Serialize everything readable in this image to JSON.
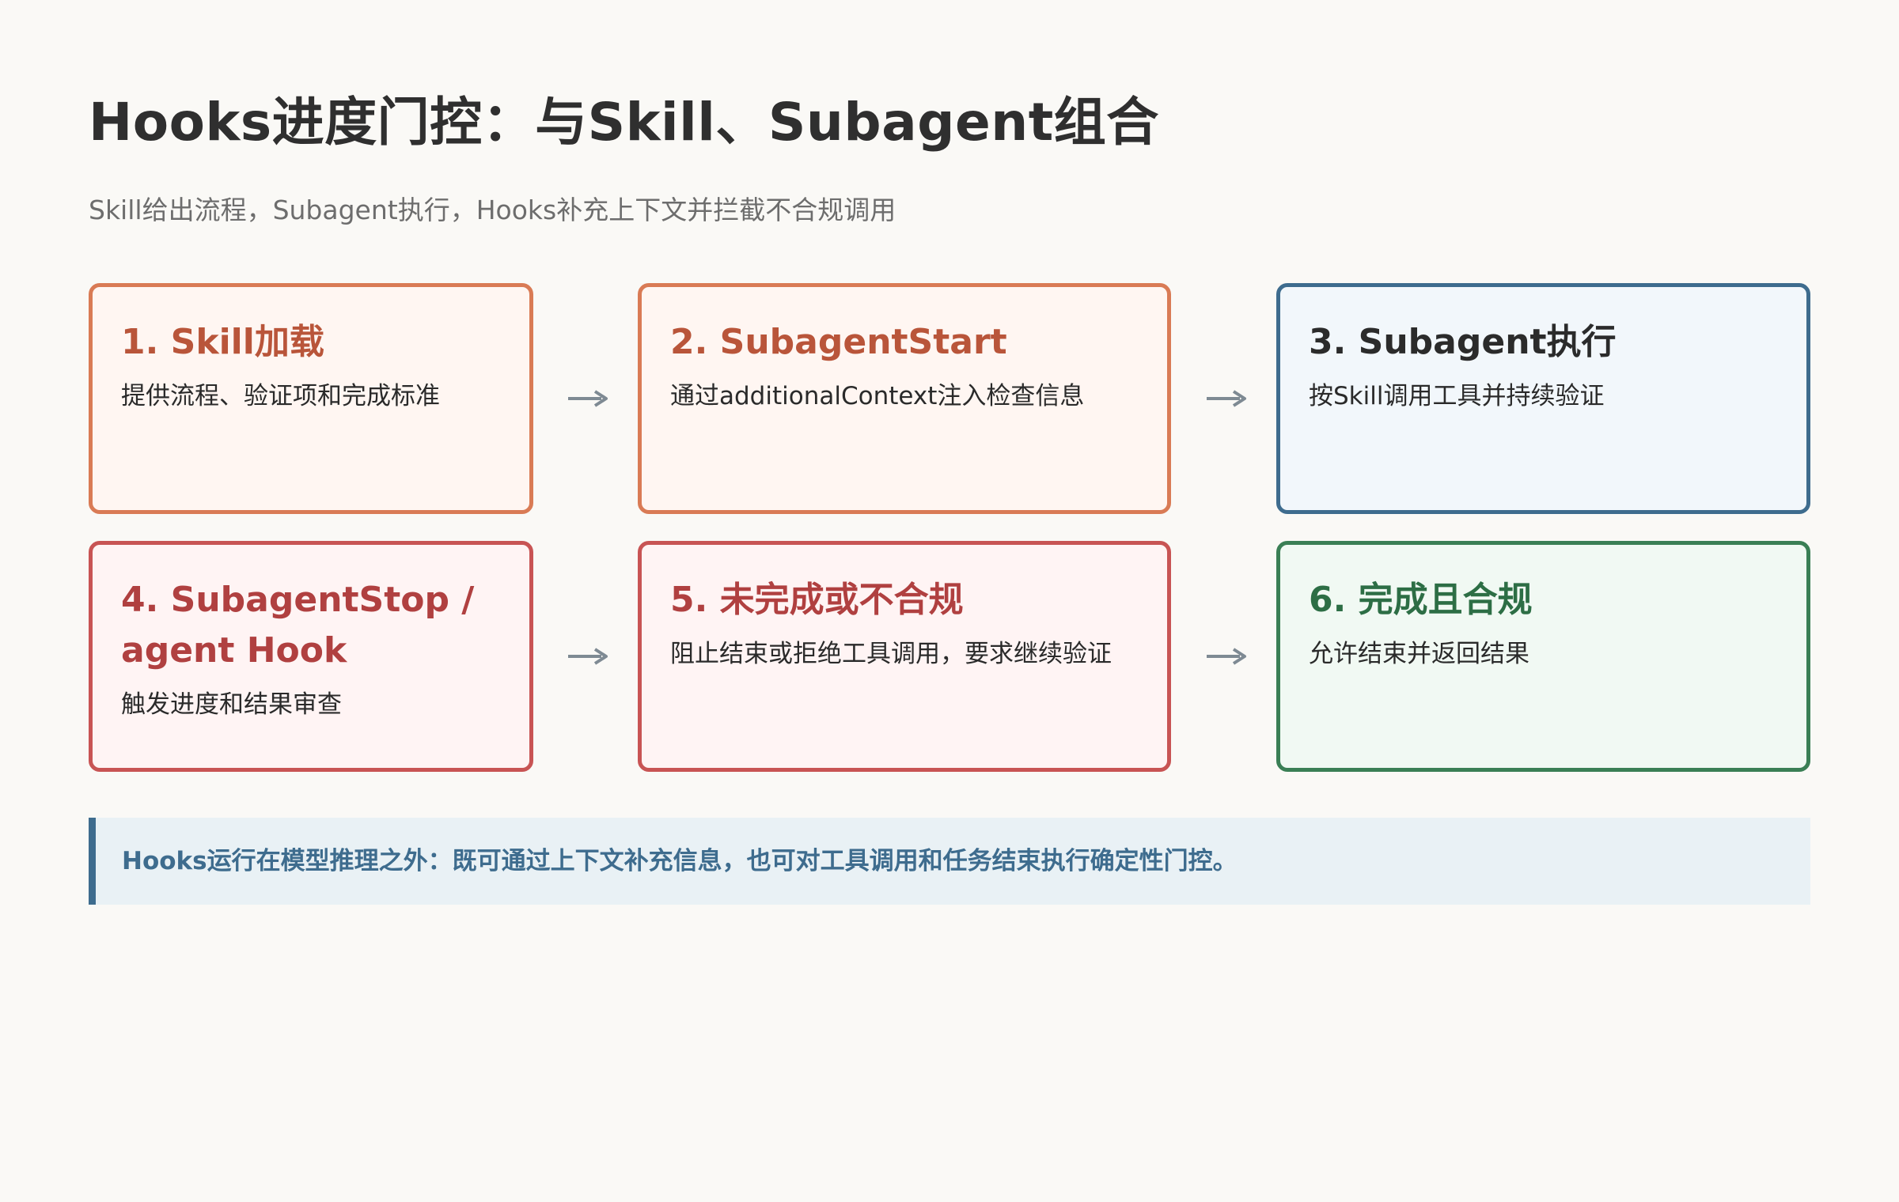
{
  "header": {
    "title": "Hooks进度门控：与Skill、Subagent组合",
    "subtitle": "Skill给出流程，Subagent执行，Hooks补充上下文并拦截不合规调用"
  },
  "steps": [
    {
      "title": "1. Skill加载",
      "description": "提供流程、验证项和完成标准",
      "color": "#d97b55"
    },
    {
      "title": "2. SubagentStart",
      "description": "通过additionalContext注入检查信息",
      "color": "#d97b55"
    },
    {
      "title": "3. Subagent执行",
      "description": "按Skill调用工具并持续验证",
      "color": "#3e6c8e"
    },
    {
      "title": "4. SubagentStop / agent Hook",
      "description": "触发进度和结果审查",
      "color": "#c85454"
    },
    {
      "title": "5. 未完成或不合规",
      "description": "阻止结束或拒绝工具调用，要求继续验证",
      "color": "#c85454"
    },
    {
      "title": "6. 完成且合规",
      "description": "允许结束并返回结果",
      "color": "#3a7f55"
    }
  ],
  "arrows": [
    {
      "icon": "arrow-right-icon",
      "color": "#7e8a93"
    }
  ],
  "note": {
    "text": "Hooks运行在模型推理之外：既可通过上下文补充信息，也可对工具调用和任务结束执行确定性门控。",
    "accent": "#3e6c8e"
  }
}
